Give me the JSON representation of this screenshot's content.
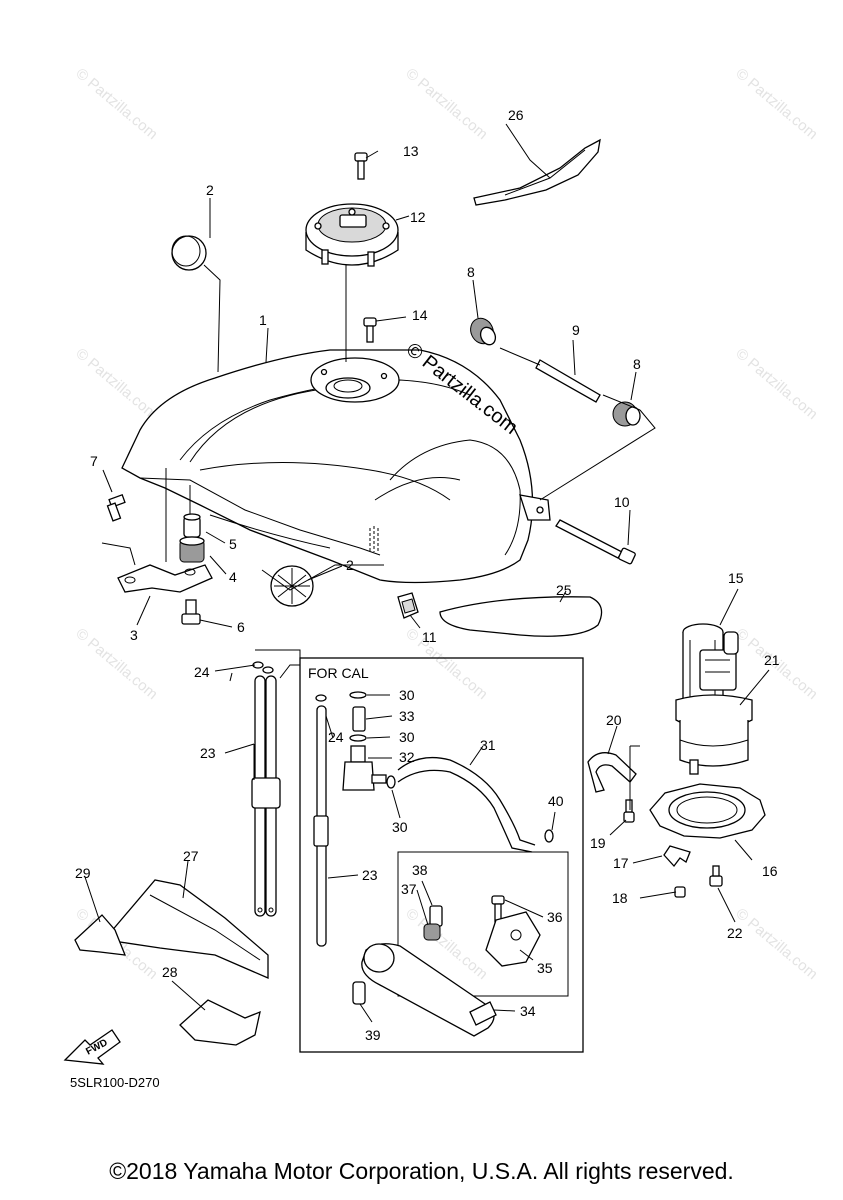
{
  "diagram": {
    "callouts": [
      {
        "id": "1",
        "text": "1"
      },
      {
        "id": "2a",
        "text": "2"
      },
      {
        "id": "2b",
        "text": "2"
      },
      {
        "id": "3",
        "text": "3"
      },
      {
        "id": "4",
        "text": "4"
      },
      {
        "id": "5",
        "text": "5"
      },
      {
        "id": "6",
        "text": "6"
      },
      {
        "id": "7",
        "text": "7"
      },
      {
        "id": "8a",
        "text": "8"
      },
      {
        "id": "8b",
        "text": "8"
      },
      {
        "id": "9",
        "text": "9"
      },
      {
        "id": "10",
        "text": "10"
      },
      {
        "id": "11",
        "text": "11"
      },
      {
        "id": "12",
        "text": "12"
      },
      {
        "id": "13",
        "text": "13"
      },
      {
        "id": "14",
        "text": "14"
      },
      {
        "id": "15",
        "text": "15"
      },
      {
        "id": "16",
        "text": "16"
      },
      {
        "id": "17",
        "text": "17"
      },
      {
        "id": "18",
        "text": "18"
      },
      {
        "id": "19",
        "text": "19"
      },
      {
        "id": "20",
        "text": "20"
      },
      {
        "id": "21",
        "text": "21"
      },
      {
        "id": "22",
        "text": "22"
      },
      {
        "id": "23a",
        "text": "23"
      },
      {
        "id": "23b",
        "text": "23"
      },
      {
        "id": "24a",
        "text": "24"
      },
      {
        "id": "24b",
        "text": "24"
      },
      {
        "id": "25",
        "text": "25"
      },
      {
        "id": "26",
        "text": "26"
      },
      {
        "id": "27",
        "text": "27"
      },
      {
        "id": "28",
        "text": "28"
      },
      {
        "id": "29",
        "text": "29"
      },
      {
        "id": "30a",
        "text": "30"
      },
      {
        "id": "30b",
        "text": "30"
      },
      {
        "id": "30c",
        "text": "30"
      },
      {
        "id": "31",
        "text": "31"
      },
      {
        "id": "32",
        "text": "32"
      },
      {
        "id": "33",
        "text": "33"
      },
      {
        "id": "34",
        "text": "34"
      },
      {
        "id": "35",
        "text": "35"
      },
      {
        "id": "36",
        "text": "36"
      },
      {
        "id": "37",
        "text": "37"
      },
      {
        "id": "38",
        "text": "38"
      },
      {
        "id": "39",
        "text": "39"
      },
      {
        "id": "40",
        "text": "40"
      }
    ],
    "for_cal_label": "FOR CAL",
    "fwd_label": "FWD",
    "diagram_code": "5SLR100-D270",
    "watermark_text": "© Partzilla.com",
    "center_watermark": "© Partzilla.com"
  },
  "footer": {
    "copyright": "©2018 Yamaha Motor Corporation, U.S.A. All rights reserved."
  }
}
